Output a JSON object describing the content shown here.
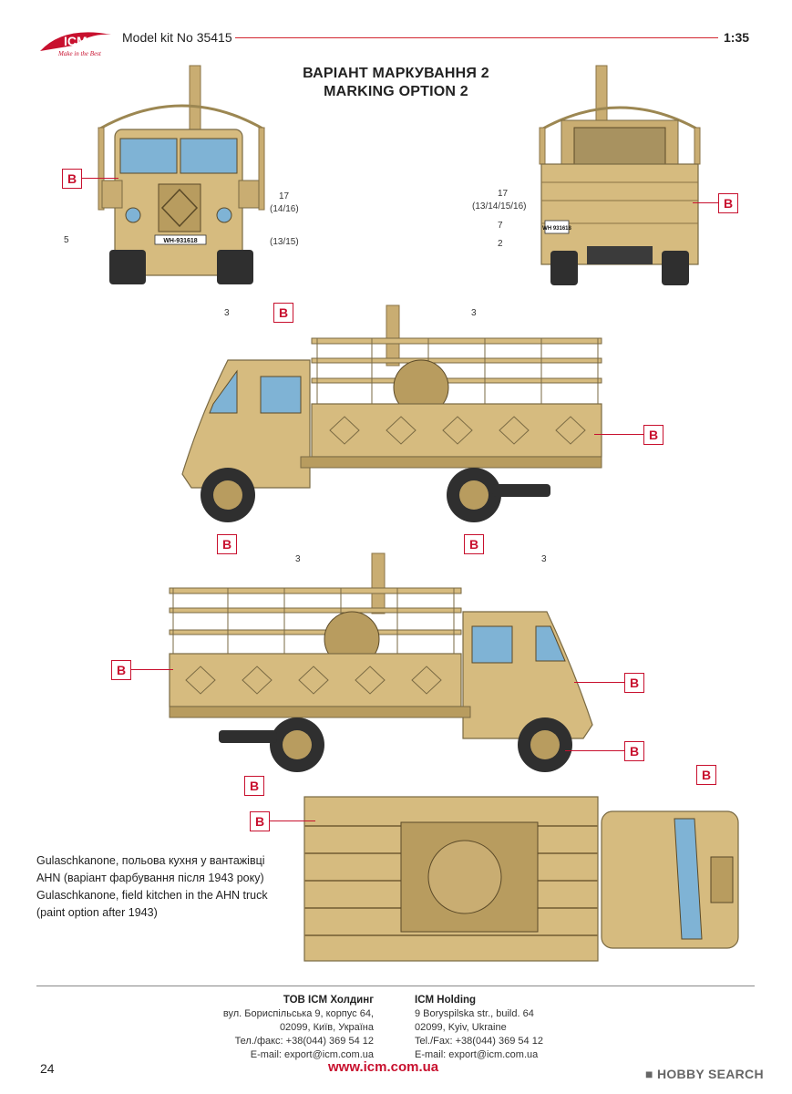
{
  "header": {
    "model_kit": "Model kit No 35415",
    "scale": "1:35",
    "logo_text": "ICM",
    "logo_tagline": "Make in the Best"
  },
  "title": {
    "line1": "ВАРІАНТ МАРКУВАННЯ 2",
    "line2": "MARKING OPTION 2"
  },
  "marking_letter": "B",
  "callouts": {
    "front_17": "17",
    "front_17_sub": "(14/16)",
    "front_13_15": "(13/15)",
    "front_5": "5",
    "front_plate": "WH-931618",
    "rear_17": "17",
    "rear_17_sub": "(13/14/15/16)",
    "rear_7": "7",
    "rear_2": "2",
    "rear_plate": "WH 931618",
    "side1_3a": "3",
    "side1_3b": "3",
    "side2_3a": "3",
    "side2_3b": "3"
  },
  "caption": {
    "uk_line1": "Gulaschkanone, польова кухня у вантажівці",
    "uk_line2": "AHN (варіант фарбування після 1943 року)",
    "en_line1": "Gulaschkanone, field kitchen in the AHN truck",
    "en_line2": "(paint option after 1943)"
  },
  "footer": {
    "ua_company": "ТОВ ICM Холдинг",
    "ua_addr1": "вул. Бориспільська 9, корпус 64,",
    "ua_addr2": "02099, Київ, Україна",
    "ua_phone": "Тел./факс: +38(044) 369 54 12",
    "ua_email": "E-mail: export@icm.com.ua",
    "en_company": "ICM Holding",
    "en_addr1": "9 Boryspilska str., build. 64",
    "en_addr2": "02099, Kyiv, Ukraine",
    "en_phone": "Tel./Fax: +38(044) 369 54 12",
    "en_email": "E-mail: export@icm.com.ua",
    "website": "www.icm.com.ua",
    "page_number": "24"
  },
  "watermark": "HOBBY SEARCH",
  "colors": {
    "sand": "#d6bb7f",
    "sand_dark": "#b89c5f",
    "glass": "#7fb3d5",
    "accent_red": "#c8102e",
    "tire": "#2f2f2f"
  }
}
